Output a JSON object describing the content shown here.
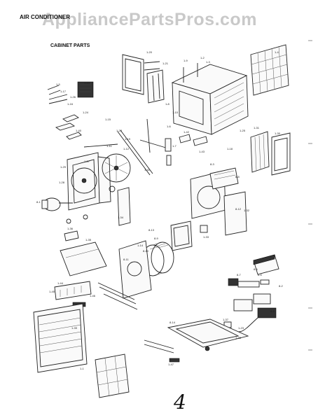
{
  "watermark": "AppliancePartsPros.com",
  "section_title": "AIR CONDITIONER",
  "subsection_title": "CABINET PARTS",
  "page_number": "4",
  "part_labels": {
    "l1": "1-20",
    "l2": "1-21",
    "l3": "1-4",
    "l4": "1-9",
    "l5": "1-2",
    "l6": "1-3",
    "l7": "1-8",
    "l8": "1-10",
    "l9": "1-6",
    "l10": "1-11",
    "l11": "1-12",
    "l12": "1-24",
    "l13": "1-40",
    "l14": "1-41",
    "l15": "1-18",
    "l16": "1-25",
    "l17": "1-31",
    "l18": "1-30",
    "l19": "8-3",
    "l20": "8-8",
    "l21": "1-32",
    "l22": "1-33",
    "l23": "1-35",
    "l24": "1-13",
    "l25": "1-5",
    "l26": "1-17",
    "l27": "1-26",
    "l28": "1-16",
    "l29": "1-15",
    "l30": "1-22",
    "l31": "1-29",
    "l32": "1-28",
    "l33": "1-19",
    "l34": "1-27",
    "l35": "1-7",
    "l36": "8-1",
    "l37": "1-42",
    "l38": "1-43",
    "l39": "1-14",
    "l40": "1-47",
    "l41": "8-2",
    "l42": "8-4",
    "l43": "8-5",
    "l44": "8-6",
    "l45": "8-7",
    "l46": "8-9",
    "l47": "8-10",
    "l48": "8-11",
    "l49": "8-12",
    "l50": "8-13",
    "l51": "8-14",
    "l52": "1-37",
    "l53": "1-38",
    "l54": "1-39",
    "l55": "1-44",
    "l56": "1-45",
    "l57": "1-46",
    "l58": "1-36",
    "l59": "1-34",
    "l60": "1-23",
    "l61": "1-1"
  }
}
